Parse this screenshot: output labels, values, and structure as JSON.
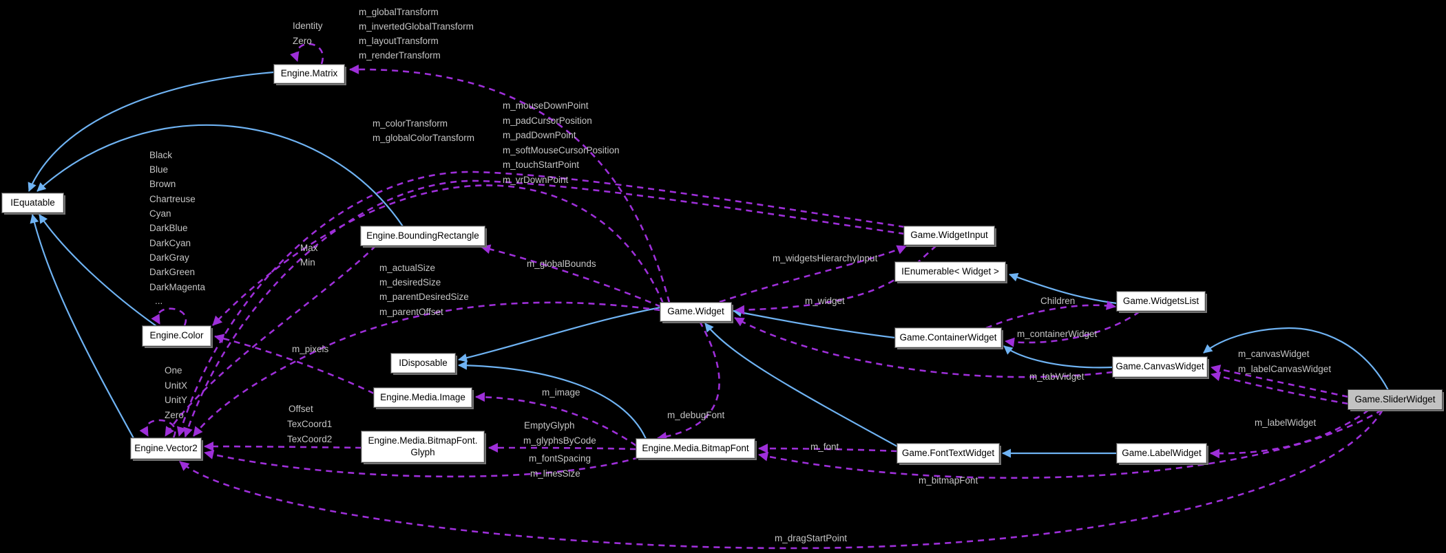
{
  "diagram_type": "class-collaboration-graph",
  "colors": {
    "background": "#000000",
    "inheritance_edge": "#6fb3f3",
    "usage_edge": "#9e2fd9",
    "node_fill": "#ffffff",
    "node_fill_highlighted": "#c2c2c2",
    "node_text": "#000000",
    "edge_label_text": "#c5c5c5"
  },
  "nodes": [
    {
      "id": "engine-matrix",
      "label": "Engine.Matrix"
    },
    {
      "id": "iequatable",
      "label": "IEquatable"
    },
    {
      "id": "engine-color",
      "label": "Engine.Color"
    },
    {
      "id": "engine-vector2",
      "label": "Engine.Vector2"
    },
    {
      "id": "engine-bounding-rectangle",
      "label": "Engine.BoundingRectangle"
    },
    {
      "id": "idisposable",
      "label": "IDisposable"
    },
    {
      "id": "engine-media-image",
      "label": "Engine.Media.Image"
    },
    {
      "id": "engine-media-bitmapfont-glyph",
      "label": "Engine.Media.BitmapFont.\nGlyph"
    },
    {
      "id": "engine-media-bitmapfont",
      "label": "Engine.Media.BitmapFont"
    },
    {
      "id": "game-widget",
      "label": "Game.Widget"
    },
    {
      "id": "game-widgetinput",
      "label": "Game.WidgetInput"
    },
    {
      "id": "ienumerable-widget",
      "label": "IEnumerable< Widget >"
    },
    {
      "id": "game-containerwidget",
      "label": "Game.ContainerWidget"
    },
    {
      "id": "game-widgetslist",
      "label": "Game.WidgetsList"
    },
    {
      "id": "game-canvaswidget",
      "label": "Game.CanvasWidget"
    },
    {
      "id": "game-sliderwidget",
      "label": "Game.SliderWidget",
      "highlighted": true
    },
    {
      "id": "game-fonttextwidget",
      "label": "Game.FontTextWidget"
    },
    {
      "id": "game-labelwidget",
      "label": "Game.LabelWidget"
    }
  ],
  "edge_labels": [
    {
      "text": "Identity"
    },
    {
      "text": "Zero"
    },
    {
      "text": "m_globalTransform"
    },
    {
      "text": "m_invertedGlobalTransform"
    },
    {
      "text": "m_layoutTransform"
    },
    {
      "text": "m_renderTransform"
    },
    {
      "text": "m_mouseDownPoint"
    },
    {
      "text": "m_padCursorPosition"
    },
    {
      "text": "m_padDownPoint"
    },
    {
      "text": "m_softMouseCursorPosition"
    },
    {
      "text": "m_touchStartPoint"
    },
    {
      "text": "m_vrDownPoint"
    },
    {
      "text": "m_colorTransform"
    },
    {
      "text": "m_globalColorTransform"
    },
    {
      "text": "Black"
    },
    {
      "text": "Blue"
    },
    {
      "text": "Brown"
    },
    {
      "text": "Chartreuse"
    },
    {
      "text": "Cyan"
    },
    {
      "text": "DarkBlue"
    },
    {
      "text": "DarkCyan"
    },
    {
      "text": "DarkGray"
    },
    {
      "text": "DarkGreen"
    },
    {
      "text": "DarkMagenta"
    },
    {
      "text": "..."
    },
    {
      "text": "Max"
    },
    {
      "text": "Min"
    },
    {
      "text": "m_actualSize"
    },
    {
      "text": "m_desiredSize"
    },
    {
      "text": "m_parentDesiredSize"
    },
    {
      "text": "m_parentOffset"
    },
    {
      "text": "m_globalBounds"
    },
    {
      "text": "One"
    },
    {
      "text": "UnitX"
    },
    {
      "text": "UnitY"
    },
    {
      "text": "Zero"
    },
    {
      "text": "m_pixels"
    },
    {
      "text": "Offset"
    },
    {
      "text": "TexCoord1"
    },
    {
      "text": "TexCoord2"
    },
    {
      "text": "EmptyGlyph"
    },
    {
      "text": "m_glyphsByCode"
    },
    {
      "text": "m_fontSpacing"
    },
    {
      "text": "m_linesSize"
    },
    {
      "text": "m_image"
    },
    {
      "text": "m_debugFont"
    },
    {
      "text": "m_font"
    },
    {
      "text": "m_widget"
    },
    {
      "text": "m_widgetsHierarchyInput"
    },
    {
      "text": "Children"
    },
    {
      "text": "m_containerWidget"
    },
    {
      "text": "m_tabWidget"
    },
    {
      "text": "m_canvasWidget"
    },
    {
      "text": "m_labelCanvasWidget"
    },
    {
      "text": "m_labelWidget"
    },
    {
      "text": "m_bitmapFont"
    },
    {
      "text": "m_dragStartPoint"
    }
  ]
}
